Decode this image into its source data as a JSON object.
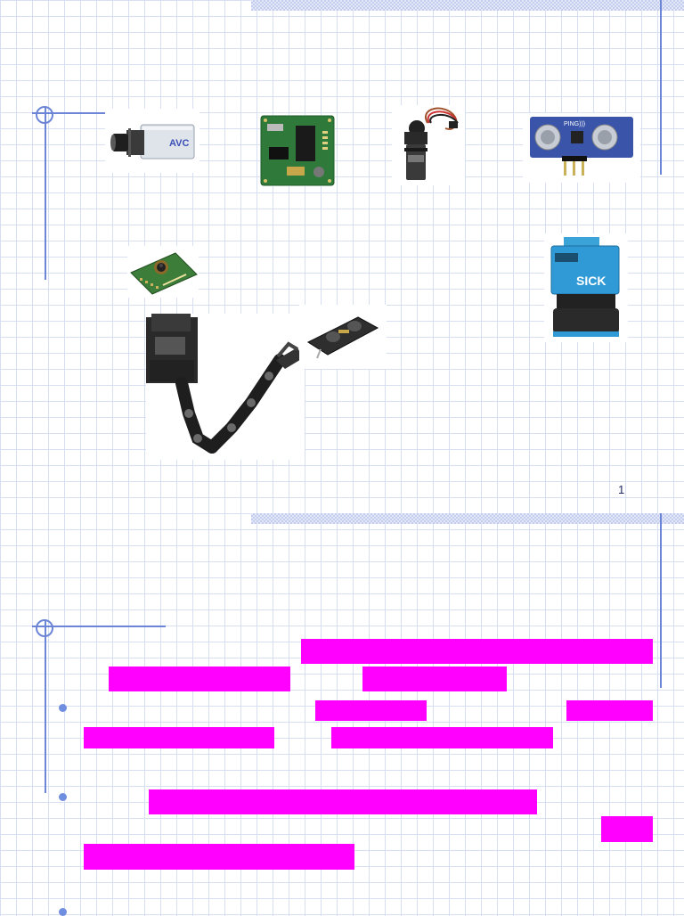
{
  "slides": [
    {
      "page_number": "1"
    },
    {
      "page_number": ""
    }
  ],
  "devices": [
    {
      "icon": "cctv-camera-icon",
      "label": "AVC"
    },
    {
      "icon": "circuit-board-icon"
    },
    {
      "icon": "servo-motor-icon"
    },
    {
      "icon": "ultrasonic-sensor-icon",
      "label": "PING)))"
    },
    {
      "icon": "camera-module-icon"
    },
    {
      "icon": "laser-scanner-icon",
      "label": "SICK"
    },
    {
      "icon": "robotic-arm-icon"
    },
    {
      "icon": "ir-distance-sensor-icon"
    }
  ],
  "colors": {
    "redaction": "#ff00ff",
    "accent_line": "#6c85d6",
    "bullet": "#6f8ee0",
    "grid": "#d7dff2"
  }
}
